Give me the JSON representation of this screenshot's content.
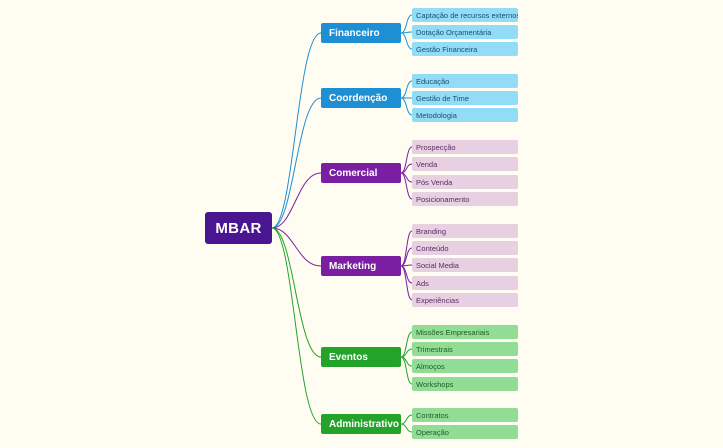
{
  "root": {
    "label": "MBAR",
    "color": "#4a1590"
  },
  "colors": {
    "blue": "#1f8fd4",
    "purple": "#7b1fa2",
    "green": "#23a32a"
  },
  "branches": [
    {
      "label": "Financeiro",
      "theme": "blue",
      "items": [
        "Captação de recursos externos",
        "Dotação Orçamentária",
        "Gestão Financeira"
      ]
    },
    {
      "label": "Coordenção",
      "theme": "blue",
      "items": [
        "Educação",
        "Gestão de Time",
        "Metodologia"
      ]
    },
    {
      "label": "Comercial",
      "theme": "purple",
      "items": [
        "Prospecção",
        "Venda",
        "Pós Venda",
        "Posicionamento"
      ]
    },
    {
      "label": "Marketing",
      "theme": "purple",
      "items": [
        "Branding",
        "Conteúdo",
        "Social Media",
        "Ads",
        "Experiências"
      ]
    },
    {
      "label": "Eventos",
      "theme": "green",
      "items": [
        "Missões Empresariais",
        "Trimestrais",
        "Almoços",
        "Workshops"
      ]
    },
    {
      "label": "Administrativo",
      "theme": "green",
      "items": [
        "Contratos",
        "Operação"
      ]
    }
  ]
}
